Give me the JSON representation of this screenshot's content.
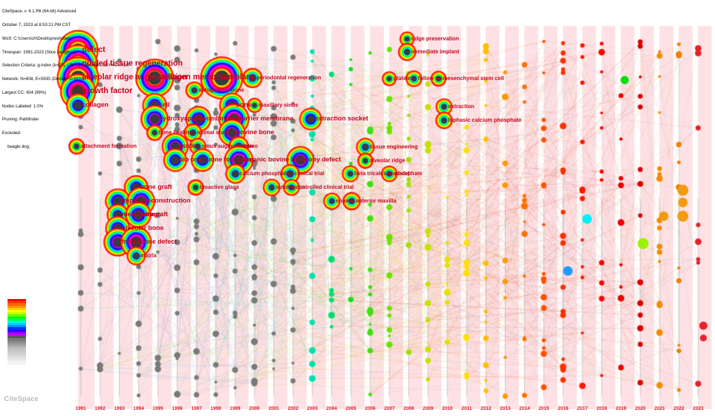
{
  "info": {
    "lines": [
      "CiteSpace, v. 6.1.R6 (64-bit) Advanced",
      "October 7, 2023 at 8:53:21 PM CST",
      "WoS: C:\\Users\\ch\\Desktop\\esh\\data",
      "Timespan: 1991-2023 (Slice Length=1)",
      "Selection Criteria: g-index (k=25), LRF=3.0, L/N=10, LBY=5, e=1.0",
      "Network: N=608, E=5935 (Density=0.0322)",
      "Largest CC: 604 (99%)",
      "Nodes Labeled: 1.0%",
      "Pruning: Pathfinder",
      "Excluded:"
    ],
    "excluded_item": "beagle dog;"
  },
  "years": [
    "1991",
    "1992",
    "1993",
    "1994",
    "1995",
    "1996",
    "1997",
    "1998",
    "1999",
    "2000",
    "2001",
    "2002",
    "2003",
    "2004",
    "2005",
    "2006",
    "2007",
    "2008",
    "2009",
    "2010",
    "2011",
    "2012",
    "2013",
    "2014",
    "2015",
    "2016",
    "2017",
    "2018",
    "2019",
    "2020",
    "2021",
    "2022",
    "2023"
  ],
  "keywords": [
    {
      "label": "defect",
      "size": "xl"
    },
    {
      "label": "guided tissue regeneration",
      "size": "xl"
    },
    {
      "label": "alveolar ridge augmentation",
      "size": "xl"
    },
    {
      "label": "collagen membrane",
      "size": "xl"
    },
    {
      "label": "implant",
      "size": "xl"
    },
    {
      "label": "autogenous bone",
      "size": "m"
    },
    {
      "label": "periodontal regeneration",
      "size": "m"
    },
    {
      "label": "growth factor",
      "size": "xl"
    },
    {
      "label": "collagen",
      "size": "l"
    },
    {
      "label": "cell",
      "size": "l"
    },
    {
      "label": "bone",
      "size": "l"
    },
    {
      "label": "maxillary sinus",
      "size": "m"
    },
    {
      "label": "hydroxyapatite",
      "size": "l"
    },
    {
      "label": "combination",
      "size": "l"
    },
    {
      "label": "barrier membrane",
      "size": "l"
    },
    {
      "label": "extraction socket",
      "size": "l"
    },
    {
      "label": "bone healing",
      "size": "m"
    },
    {
      "label": "animal study",
      "size": "m"
    },
    {
      "label": "bovine bone",
      "size": "l"
    },
    {
      "label": "attachment formation",
      "size": "m"
    },
    {
      "label": "guide",
      "size": "l"
    },
    {
      "label": "sinus augmentation",
      "size": "m"
    },
    {
      "label": "lotion",
      "size": "m"
    },
    {
      "label": "bio oss",
      "size": "l"
    },
    {
      "label": "bone formation",
      "size": "l"
    },
    {
      "label": "organic bovine bone",
      "size": "l"
    },
    {
      "label": "bony defect",
      "size": "l"
    },
    {
      "label": "calcium phosphate",
      "size": "m"
    },
    {
      "label": "clinical trial",
      "size": "m"
    },
    {
      "label": "autologous",
      "size": "m"
    },
    {
      "label": "controlled clinical trial",
      "size": "m"
    },
    {
      "label": "beta tricalcium phosphate",
      "size": "m"
    },
    {
      "label": "model",
      "size": "m"
    },
    {
      "label": "bone graft",
      "size": "l"
    },
    {
      "label": "bioactive glass",
      "size": "m"
    },
    {
      "label": "implant",
      "size": "l"
    },
    {
      "label": "reconstruction",
      "size": "l"
    },
    {
      "label": "enamel",
      "size": "m"
    },
    {
      "label": "anterior maxilla",
      "size": "m"
    },
    {
      "label": "membrane",
      "size": "l"
    },
    {
      "label": "allograft",
      "size": "l"
    },
    {
      "label": "alveolar bone",
      "size": "l"
    },
    {
      "label": "freeze",
      "size": "l"
    },
    {
      "label": "bone defect",
      "size": "l"
    },
    {
      "label": "matrix",
      "size": "m"
    },
    {
      "label": "ridge preservation",
      "size": "m"
    },
    {
      "label": "immediate implant",
      "size": "m"
    },
    {
      "label": "platelet",
      "size": "m"
    },
    {
      "label": "follow up",
      "size": "m"
    },
    {
      "label": "mesenchymal stem cell",
      "size": "m"
    },
    {
      "label": "extraction",
      "size": "m"
    },
    {
      "label": "biphasic calcium phosphate",
      "size": "m"
    },
    {
      "label": "tissue engineering",
      "size": "m"
    },
    {
      "label": "alveolar ridge",
      "size": "m"
    }
  ],
  "colors": {
    "label": "#c8001e",
    "year_label": "#d61f2a",
    "stripe": "#fde1e4",
    "legend": [
      "#ff0000",
      "#ff3300",
      "#ff6600",
      "#ff9900",
      "#ffcc00",
      "#ffff00",
      "#ccff00",
      "#66ff00",
      "#00ff00",
      "#00ff66",
      "#00ffcc",
      "#00ccff",
      "#0099ff",
      "#0033ff",
      "#3300ff",
      "#9900ff",
      "#cc00ff",
      "#555555",
      "#777777",
      "#888888",
      "#999999",
      "#aaaaaa",
      "#bbbbbb",
      "#c4c4c4",
      "#cccccc",
      "#d4d4d4",
      "#dddddd",
      "#e4e4e4",
      "#eeeeee",
      "#f4f4f4"
    ]
  },
  "logo": {
    "text": "CiteSpace",
    "icon": "citespace-logo-icon"
  }
}
